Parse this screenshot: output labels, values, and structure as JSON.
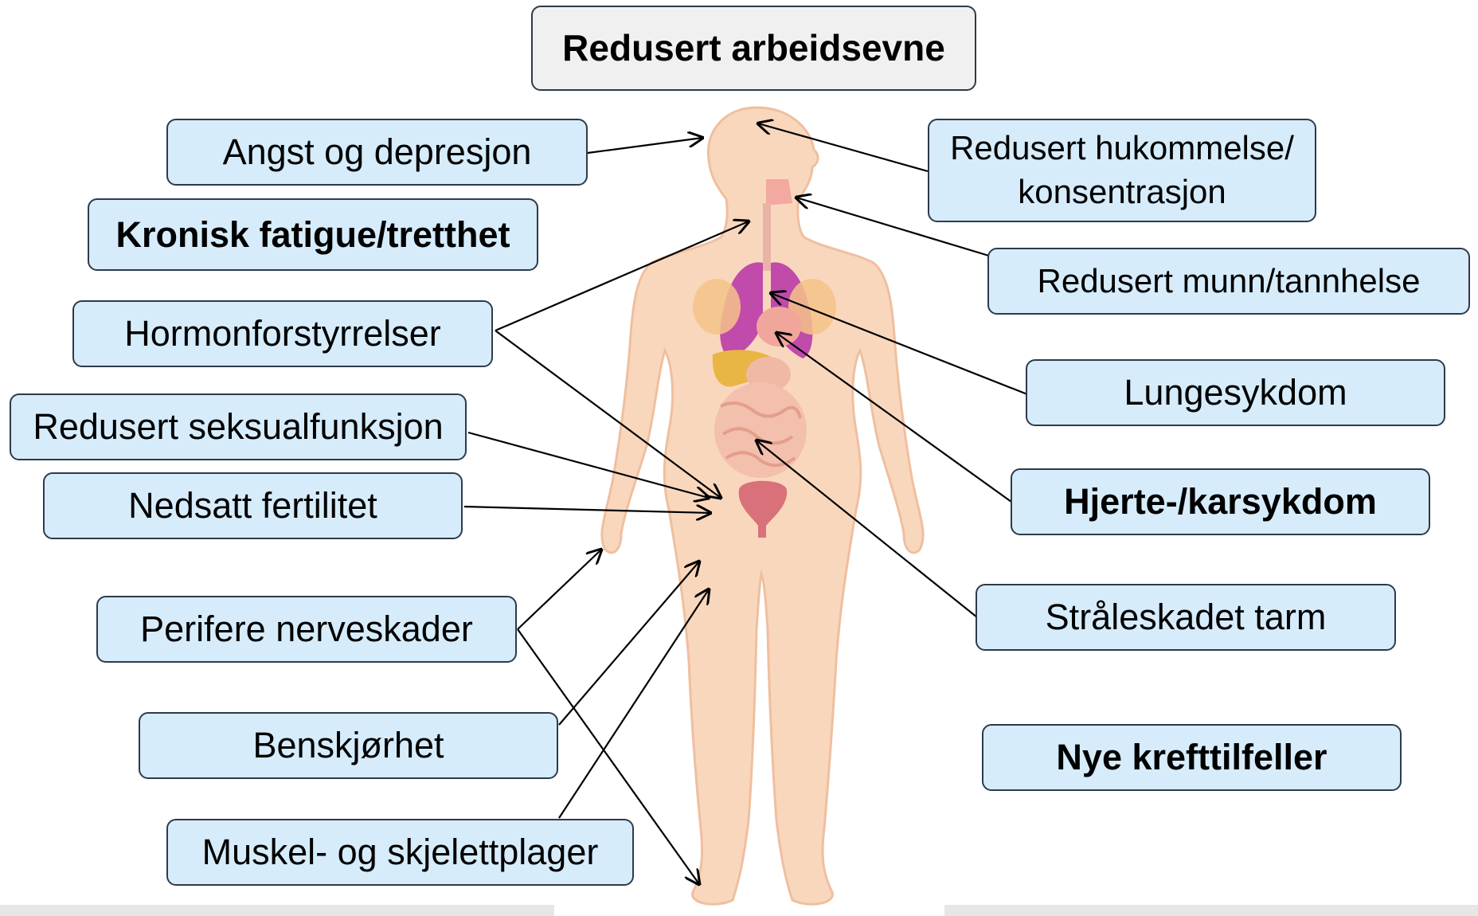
{
  "title": "Redusert arbeidsevne",
  "left_labels": {
    "angst": "Angst og depresjon",
    "fatigue": "Kronisk fatigue/tretthet",
    "hormon": "Hormonforstyrrelser",
    "seksual": "Redusert seksualfunksjon",
    "fertilitet": "Nedsatt fertilitet",
    "nerve": "Perifere nerveskader",
    "ben": "Benskjørhet",
    "muskel": "Muskel- og skjelettplager"
  },
  "right_labels": {
    "hukommelse_line1": "Redusert hukommelse/",
    "hukommelse_line2": "konsentrasjon",
    "munn": "Redusert munn/tannhelse",
    "lunge": "Lungesykdom",
    "hjerte": "Hjerte-/karsykdom",
    "tarm": "Stråleskadet tarm",
    "kreft": "Nye krefttilfeller"
  },
  "colors": {
    "box_fill": "#d6ecfb",
    "title_fill": "#f0f0f0",
    "skin": "#f9d7bd",
    "lung": "#c04bab",
    "liver": "#e9b544",
    "intestine": "#f0b9a6"
  }
}
